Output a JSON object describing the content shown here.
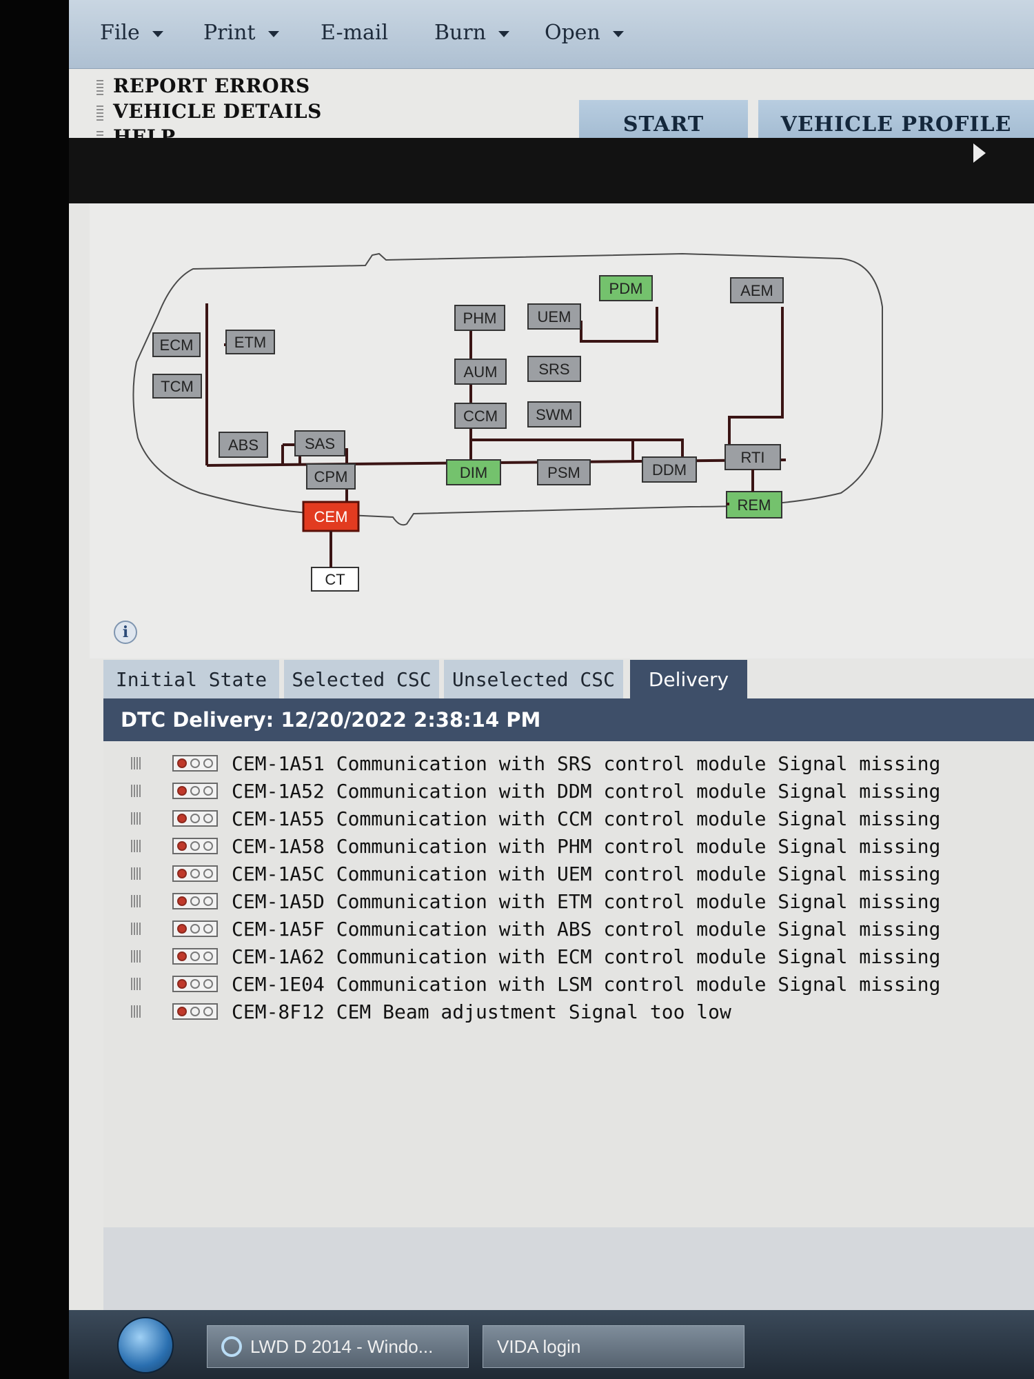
{
  "menubar": {
    "file": "File",
    "print": "Print",
    "email": "E-mail",
    "burn": "Burn",
    "open": "Open"
  },
  "sidebar_links": [
    "REPORT ERRORS",
    "VEHICLE DETAILS",
    "HELP"
  ],
  "nav_buttons": {
    "start": "START",
    "vehicle_profile": "VEHICLE PROFILE"
  },
  "modules": {
    "ecm": "ECM",
    "etm": "ETM",
    "tcm": "TCM",
    "abs": "ABS",
    "sas": "SAS",
    "cpm": "CPM",
    "cem": "CEM",
    "ct": "CT",
    "phm": "PHM",
    "uem": "UEM",
    "pdm": "PDM",
    "aem": "AEM",
    "aum": "AUM",
    "srs": "SRS",
    "ccm": "CCM",
    "swm": "SWM",
    "dim": "DIM",
    "psm": "PSM",
    "ddm": "DDM",
    "rti": "RTI",
    "rem": "REM"
  },
  "colors": {
    "module_grey": "#9c9fa3",
    "module_green": "#74c26d",
    "module_red": "#e23b20",
    "bus_line": "#3a1414",
    "tab_active": "#3e4f69",
    "lamp_red": "#c0392b"
  },
  "tabs": [
    "Initial State",
    "Selected CSC",
    "Unselected CSC",
    "Delivery"
  ],
  "active_tab": "Delivery",
  "dtc_header": "DTC Delivery: 12/20/2022 2:38:14 PM",
  "dtc_rows": [
    "CEM-1A51 Communication with SRS control module Signal missing",
    "CEM-1A52 Communication with DDM control module Signal missing",
    "CEM-1A55 Communication with CCM control module Signal missing",
    "CEM-1A58 Communication with PHM control module Signal missing",
    "CEM-1A5C Communication with UEM control module Signal missing",
    "CEM-1A5D Communication with ETM control module Signal missing",
    "CEM-1A5F Communication with ABS control module Signal missing",
    "CEM-1A62 Communication with ECM control module Signal missing",
    "CEM-1E04 Communication with LSM control module Signal missing",
    "CEM-8F12 CEM Beam adjustment Signal too low"
  ],
  "taskbar": {
    "item1": "LWD D 2014 - Windo...",
    "item2": "VIDA login"
  },
  "icons": [
    "info-icon",
    "play-icon",
    "zoom-icon",
    "start-orb-icon",
    "ie-icon",
    "menu-dropdown-arrow-icon",
    "grip-icon",
    "status-lamp-icon"
  ]
}
